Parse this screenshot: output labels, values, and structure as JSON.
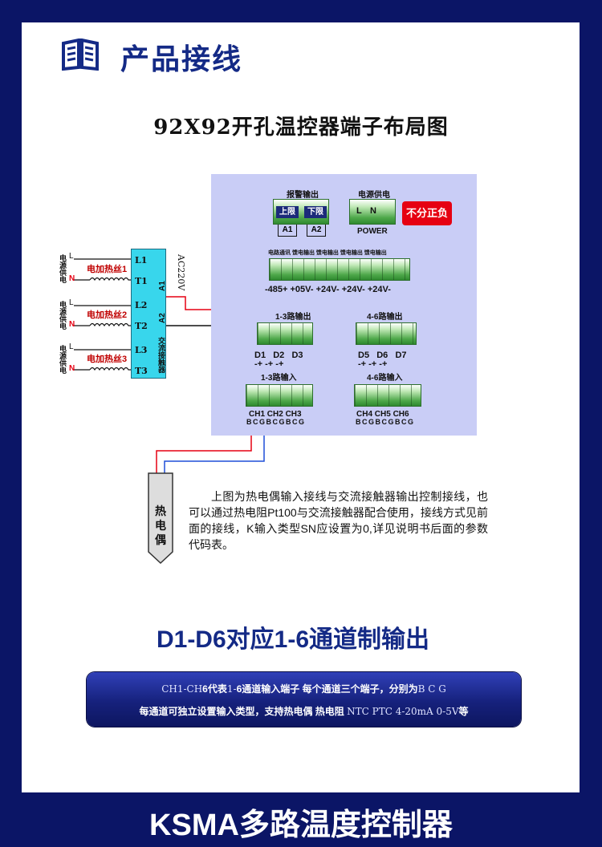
{
  "header": {
    "title": "产品接线",
    "icon": "book-icon"
  },
  "diagram": {
    "title": "92X92开孔温控器端子布局图",
    "alarm": {
      "label": "报警输出",
      "upper": "上限",
      "lower": "下限",
      "a1": "A1",
      "a2": "A2"
    },
    "power": {
      "label": "电源供电",
      "l": "L",
      "n": "N",
      "power": "POWER",
      "no_polarity": "不分正负"
    },
    "mid_terminal": {
      "labels": "电路通讯 馈电输出 馈电输出 馈电输出 馈电输出",
      "signs": "-485+ +05V- +24V- +24V- +24V-"
    },
    "out_1_3": {
      "label": "1-3路输出",
      "d": "D1   D2   D3",
      "signs": "-+ -+ -+"
    },
    "out_4_6": {
      "label": "4-6路输出",
      "d": "D5   D6   D7",
      "signs": "-+ -+ -+"
    },
    "in_1_3": {
      "label": "1-3路输入",
      "ch": "CH1 CH2 CH3",
      "bcg": "B C G B C G B C G"
    },
    "in_4_6": {
      "label": "4-6路输入",
      "ch": "CH4 CH5 CH6",
      "bcg": "B C G B C G B C G"
    },
    "heater_groups": [
      {
        "supply": "电源供电",
        "l": "L",
        "n": "N",
        "heater": "电加热丝1"
      },
      {
        "supply": "电源供电",
        "l": "L",
        "n": "N",
        "heater": "电加热丝2"
      },
      {
        "supply": "电源供电",
        "l": "L",
        "n": "N",
        "heater": "电加热丝3"
      }
    ],
    "contactor": {
      "terminals": [
        "L1",
        "T1",
        "L2",
        "T2",
        "L3",
        "T3"
      ],
      "a1": "A1",
      "a2": "A2",
      "label": "交流接触器",
      "ac": "AC220V"
    },
    "thermocouple": "热电偶"
  },
  "description": "上图为热电偶输入接线与交流接触器输出控制接线，也可以通过热电阻Pt100与交流接触器配合使用，接线方式见前面的接线，K输入类型SN应设置为0,详见说明书后面的参数代码表。",
  "subtitle": "D1-D6对应1-6通道制输出",
  "banner": {
    "line1_a": "CH1-CH",
    "line1_b": "6代表",
    "line1_c": "1-",
    "line1_d": "6通道输入端子 每个通道三个端子，分别为",
    "line1_e": "B C G",
    "line2_a": "每通道可独立设置输入类型，支持热电偶 热电阻 ",
    "line2_b": "NTC PTC 4-20mA 0-5V",
    "line2_c": "等"
  },
  "footer": {
    "title": "KSMA多路温度控制器"
  }
}
